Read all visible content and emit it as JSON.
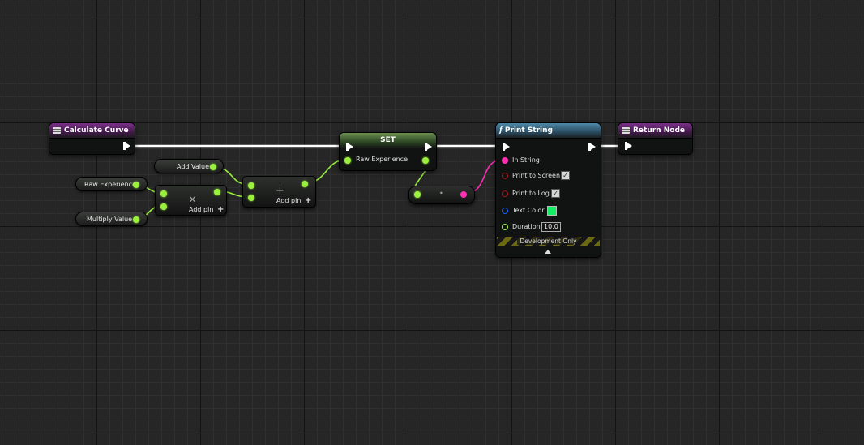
{
  "nodes": {
    "calculate_curve": {
      "title": "Calculate Curve"
    },
    "return_node": {
      "title": "Return Node"
    },
    "set": {
      "title": "SET",
      "pin_label": "Raw Experience"
    },
    "print_string": {
      "title": "Print String",
      "pins": {
        "in_string": "In String",
        "print_to_screen": "Print to Screen",
        "print_to_log": "Print to Log",
        "text_color": "Text Color",
        "duration": "Duration"
      },
      "duration_value": "10.0",
      "print_to_screen_checked": true,
      "print_to_log_checked": true,
      "text_color_value": "#11EE66",
      "footer": "Development Only"
    },
    "add_value": {
      "label": "Add Value"
    },
    "raw_experience_get": {
      "label": "Raw Experience"
    },
    "multiply_value": {
      "label": "Multiply Value"
    },
    "multiply_node": {
      "symbol": "×",
      "add_pin": "Add pin"
    },
    "add_node": {
      "symbol": "+",
      "add_pin": "Add pin"
    },
    "conversion_node": {
      "symbol": "•"
    }
  },
  "icons": {
    "function": "function-icon",
    "print_string_fx": "f",
    "add_pin": "+",
    "checkmark": "✓"
  },
  "colors": {
    "exec": "#FFFFFF",
    "float_pin": "#9BF03D",
    "string_pin": "#FF2FB5",
    "bool_pin": "#A01414",
    "struct_pin": "#1A5CFF"
  }
}
